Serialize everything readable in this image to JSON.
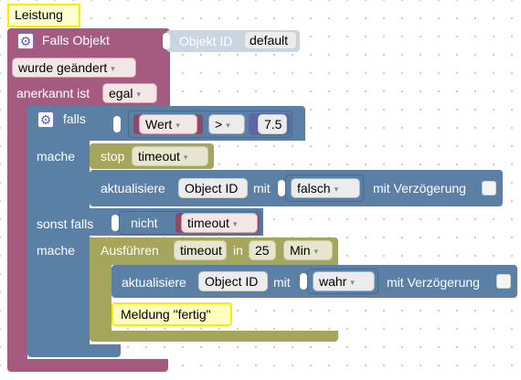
{
  "comment": {
    "text": "Leistung"
  },
  "trigger": {
    "title": "Falls Objekt",
    "object_label": "Objekt ID",
    "object_value": "default",
    "change_mode": "wurde geändert",
    "ack_label": "anerkannt ist",
    "ack_value": "egal"
  },
  "if_block": {
    "if_label": "falls",
    "compare_left": "Wert",
    "operator": ">",
    "compare_right": "7.5",
    "do_label": "mache",
    "stop_label": "stop",
    "stop_value": "timeout",
    "update_label": "aktualisiere",
    "update_object": "Object ID",
    "with_label": "mit",
    "update_value": "falsch",
    "delay_label": "mit Verzögerung",
    "else_if_label": "sonst falls",
    "not_label": "nicht",
    "not_value": "timeout",
    "do2_label": "mache",
    "run_label": "Ausführen",
    "run_timer": "timeout",
    "in_label": "in",
    "run_amount": "25",
    "run_unit": "Min",
    "inner_update_label": "aktualisiere",
    "inner_update_object": "Object ID",
    "inner_with_label": "mit",
    "inner_update_value": "wahr",
    "inner_delay_label": "mit Verzögerung",
    "message": "Meldung \"fertig\""
  },
  "colors": {
    "trigger": "#a55b80",
    "logic": "#5b80a5",
    "timer": "#a5a55b",
    "comment_border": "#ffea00",
    "message_bg": "#ffffc0"
  },
  "icons": [
    "gear-icon",
    "dropdown-caret-icon"
  ]
}
